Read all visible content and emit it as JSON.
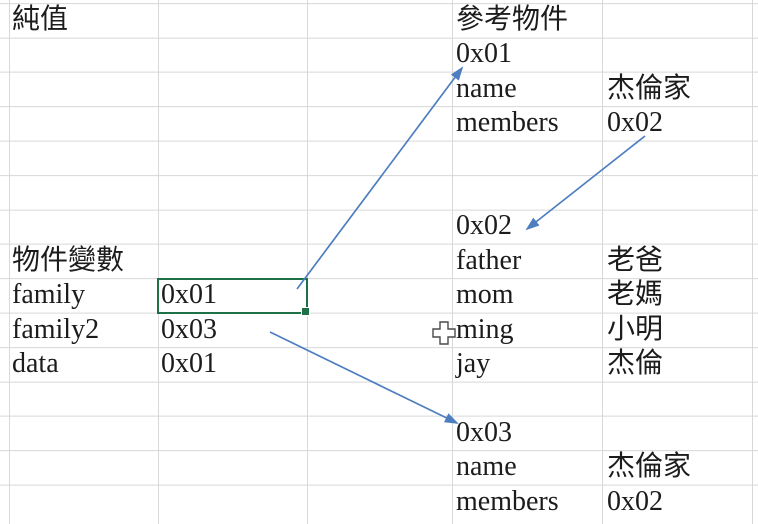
{
  "app": {
    "type": "spreadsheet-worksheet",
    "description": "Excel-like grid explaining value vs reference objects"
  },
  "colors": {
    "background": "#ffffff",
    "gridline": "#d8d8d8",
    "text": "#1c1c1c",
    "selection_border": "#1e7145",
    "arrow": "#4d7ebf"
  },
  "grid": {
    "pure_value": {
      "label": "純值"
    },
    "object_variables": {
      "label": "物件變數",
      "rows": [
        {
          "name": "family",
          "value": "0x01",
          "selected": true
        },
        {
          "name": "family2",
          "value": "0x03",
          "selected": false
        },
        {
          "name": "data",
          "value": "0x01",
          "selected": false
        }
      ]
    },
    "reference_objects": {
      "label": "參考物件",
      "objects": [
        {
          "address": "0x01",
          "fields": [
            {
              "key": "name",
              "value": "杰倫家"
            },
            {
              "key": "members",
              "value": "0x02"
            }
          ]
        },
        {
          "address": "0x02",
          "fields": [
            {
              "key": "father",
              "value": "老爸"
            },
            {
              "key": "mom",
              "value": "老媽"
            },
            {
              "key": "ming",
              "value": "小明"
            },
            {
              "key": "jay",
              "value": "杰倫"
            }
          ]
        },
        {
          "address": "0x03",
          "fields": [
            {
              "key": "name",
              "value": "杰倫家"
            },
            {
              "key": "members",
              "value": "0x02"
            }
          ]
        }
      ]
    }
  },
  "selection": {
    "cell_value": "0x01",
    "row_label": "family",
    "has_fill_handle": true
  },
  "arrows": [
    {
      "from": "family value 0x01",
      "to": "object header 0x01"
    },
    {
      "from": "0x01 members value 0x02",
      "to": "object header 0x02"
    },
    {
      "from": "family2 value 0x03",
      "to": "object header 0x03"
    }
  ],
  "cursor": {
    "icon": "excel-thick-cross-cursor"
  }
}
